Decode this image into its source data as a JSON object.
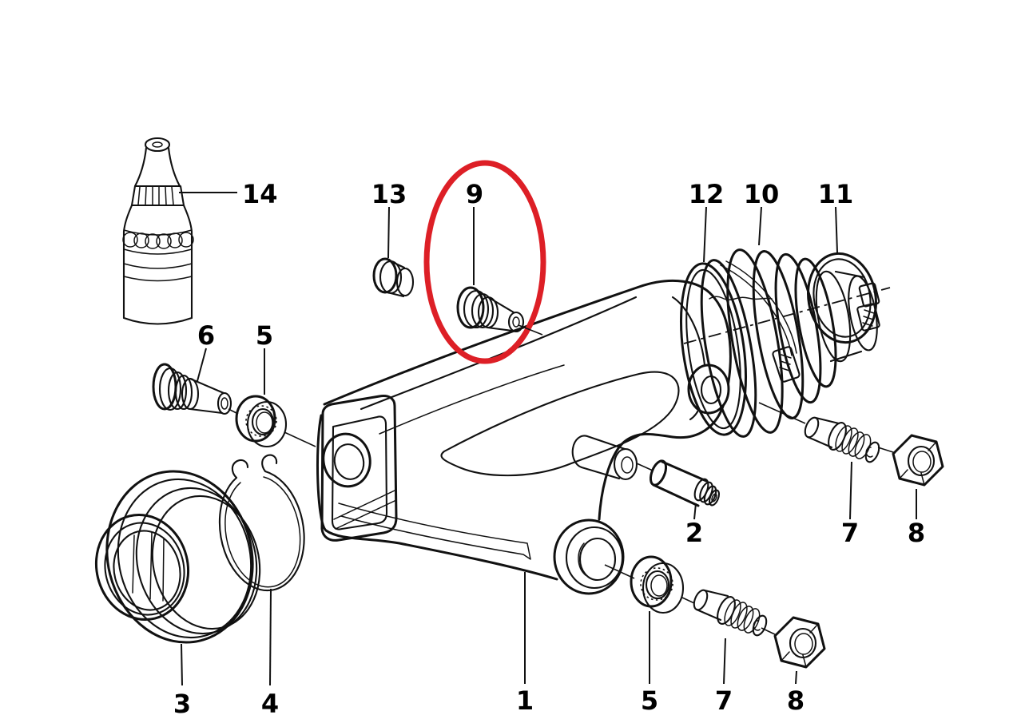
{
  "diagram": {
    "kind": "exploded-parts-diagram",
    "background_color": "#ffffff",
    "line_color": "#111111",
    "highlight_color": "#dd1f26",
    "highlighted_callout": "9"
  },
  "callouts": {
    "c1": "1",
    "c2": "2",
    "c3": "3",
    "c4": "4",
    "c5a": "5",
    "c5b": "5",
    "c6": "6",
    "c7a": "7",
    "c7b": "7",
    "c8a": "8",
    "c8b": "8",
    "c9": "9",
    "c10": "10",
    "c11": "11",
    "c12": "12",
    "c13": "13",
    "c14": "14"
  }
}
